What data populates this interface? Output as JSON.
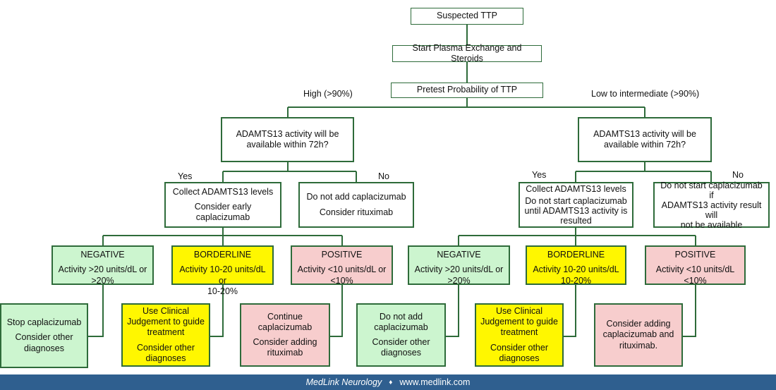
{
  "nodes": {
    "suspected": "Suspected TTP",
    "start": "Start Plasma Exchange and Steroids",
    "pretest": "Pretest Probability of TTP",
    "left_q": [
      "ADAMTS13 activity will be",
      "available within 72h?"
    ],
    "right_q": [
      "ADAMTS13 activity will be",
      "available within 72h?"
    ],
    "ll_yes": [
      "Collect ADAMTS13 levels",
      "Consider early caplacizumab"
    ],
    "ll_no": [
      "Do not add caplacizumab",
      "Consider rituximab"
    ],
    "rr_yes": [
      "Collect ADAMTS13 levels",
      "Do not start caplacizumab",
      "until ADAMTS13 activity is",
      "resulted"
    ],
    "rr_no": [
      "Do not start caplacizumab if",
      "ADAMTS13 activity result will",
      "not be available"
    ],
    "l_neg": {
      "title": "NEGATIVE",
      "line1": "Activity >20 units/dL or",
      "line2": ">20%"
    },
    "l_bord": {
      "title": "BORDERLINE",
      "line1": "Activity 10-20 units/dL or",
      "line2": "10-20%"
    },
    "l_pos": {
      "title": "POSITIVE",
      "line1": "Activity <10 units/dL or",
      "line2": "<10%"
    },
    "r_neg": {
      "title": "NEGATIVE",
      "line1": "Activity >20 units/dL or",
      "line2": ">20%"
    },
    "r_bord": {
      "title": "BORDERLINE",
      "line1": "Activity 10-20 units/dL",
      "line2": "10-20%"
    },
    "r_pos": {
      "title": "POSITIVE",
      "line1": "Activity <10 units/dL",
      "line2": "<10%"
    },
    "l_neg_out": [
      "Stop caplacizumab",
      "Consider other",
      "diagnoses"
    ],
    "l_bord_out": [
      "Use Clinical",
      "Judgement to guide",
      "treatment",
      "Consider other",
      "diagnoses"
    ],
    "l_pos_out": [
      "Continue",
      "caplacizumab",
      "Consider adding",
      "rituximab"
    ],
    "r_neg_out": [
      "Do not add",
      "caplacizumab",
      "Consider other",
      "diagnoses"
    ],
    "r_bord_out": [
      "Use Clinical",
      "Judgement to guide",
      "treatment",
      "Consider other",
      "diagnoses"
    ],
    "r_pos_out": [
      "Consider adding",
      "caplacizumab and",
      "rituximab."
    ]
  },
  "labels": {
    "high": "High (>90%)",
    "low": "Low to intermediate (>90%)",
    "left_yes": "Yes",
    "left_no": "No",
    "right_yes": "Yes",
    "right_no": "No"
  },
  "footer": {
    "brand": "MedLink Neurology",
    "separator": "♦",
    "url": "www.medlink.com"
  },
  "colors": {
    "border": "#2e6b3a",
    "negative": "#ccf5cf",
    "borderline": "#fff700",
    "positive": "#f7cdcd",
    "footer_bg": "#2f5f8f"
  }
}
